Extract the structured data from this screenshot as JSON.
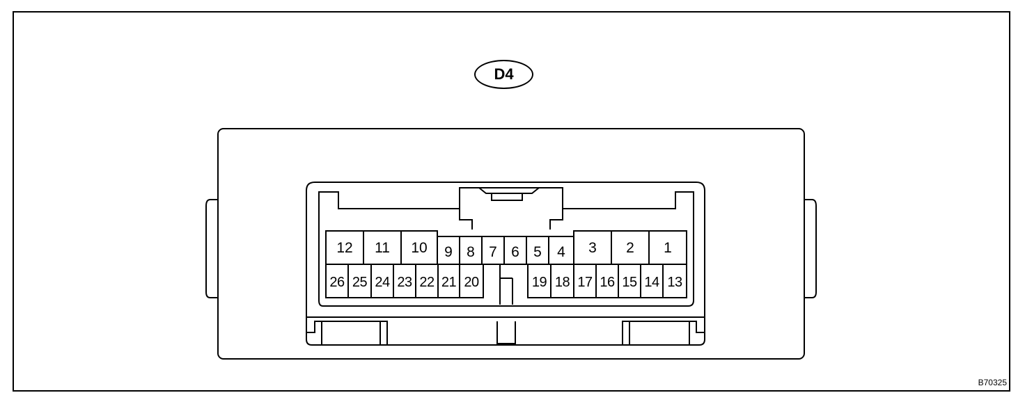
{
  "connector": {
    "code": "D4",
    "figure_code": "B70325",
    "top_row": [
      "12",
      "11",
      "10",
      "9",
      "8",
      "7",
      "6",
      "5",
      "4",
      "3",
      "2",
      "1"
    ],
    "bottom_row_left": [
      "26",
      "25",
      "24",
      "23",
      "22",
      "21",
      "20"
    ],
    "bottom_row_right": [
      "19",
      "18",
      "17",
      "16",
      "15",
      "14",
      "13"
    ]
  }
}
